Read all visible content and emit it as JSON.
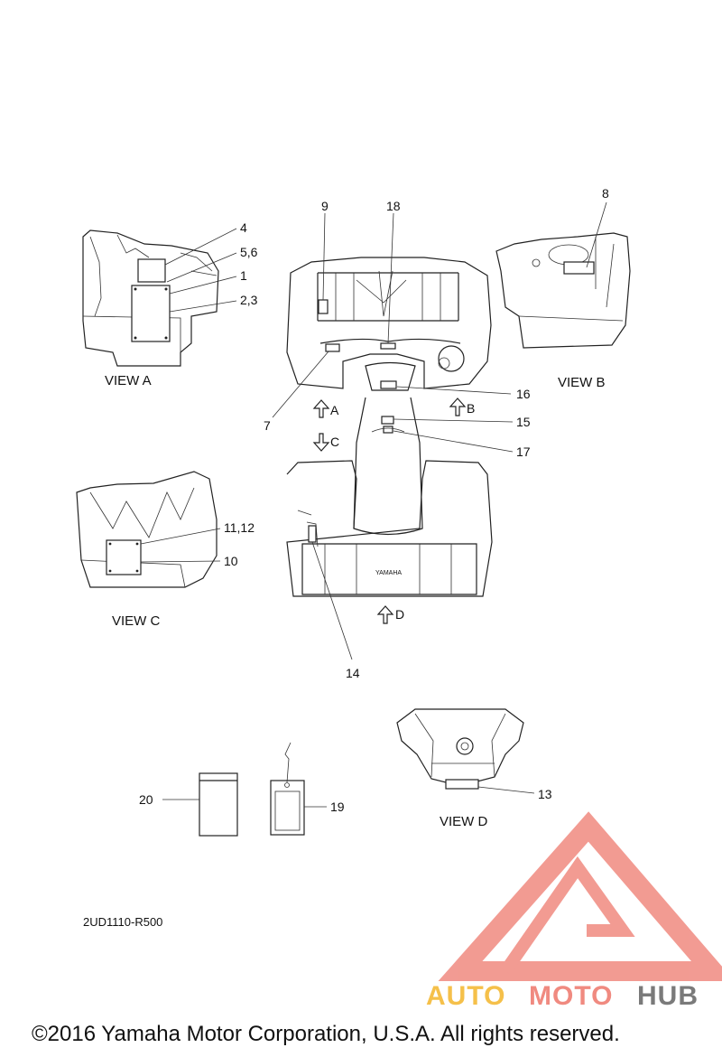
{
  "callouts": {
    "c1": "1",
    "c2_3": "2,3",
    "c4": "4",
    "c5_6": "5,6",
    "c7": "7",
    "c8": "8",
    "c9": "9",
    "c10": "10",
    "c11_12": "11,12",
    "c13": "13",
    "c14": "14",
    "c15": "15",
    "c16": "16",
    "c17": "17",
    "c18": "18",
    "c19": "19",
    "c20": "20"
  },
  "views": {
    "view_a": "VIEW A",
    "view_b": "VIEW B",
    "view_c": "VIEW C",
    "view_d": "VIEW D"
  },
  "arrows": {
    "a": "A",
    "b": "B",
    "c": "C",
    "d": "D"
  },
  "rack_logo": "YAMAHA",
  "part_number": "2UD1110-R500",
  "copyright": "©2016 Yamaha Motor Corporation, U.S.A. All rights reserved.",
  "watermark": {
    "word1": "AUTO",
    "word2": "MOTO",
    "word3": "HUB",
    "colors": {
      "auto": "#f5c04a",
      "moto": "#f08a80",
      "hub": "#7a7a7a",
      "logo": "#f08a80"
    }
  }
}
